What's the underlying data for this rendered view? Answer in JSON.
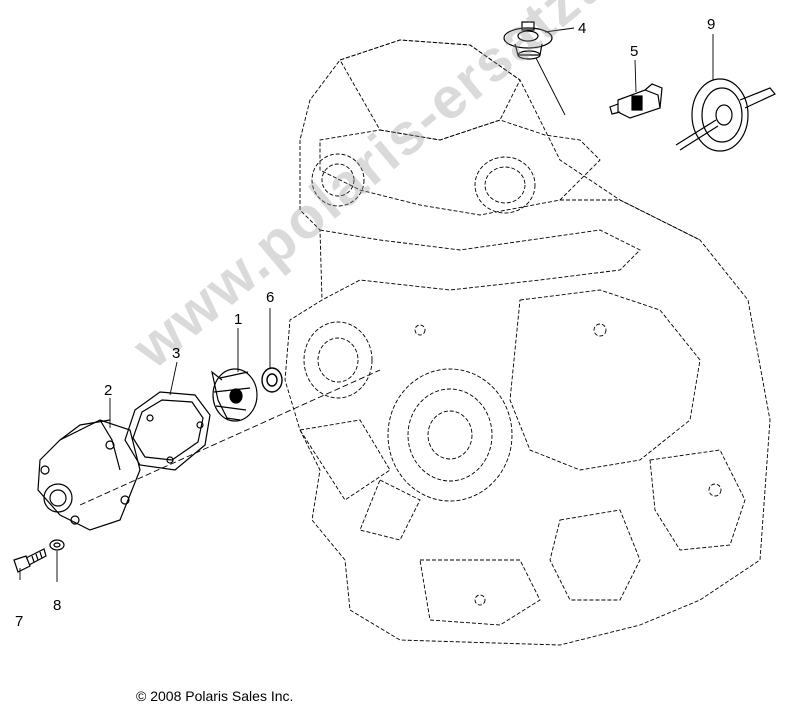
{
  "callouts": [
    {
      "id": "1",
      "label": "1"
    },
    {
      "id": "2",
      "label": "2"
    },
    {
      "id": "3",
      "label": "3"
    },
    {
      "id": "4",
      "label": "4"
    },
    {
      "id": "5",
      "label": "5"
    },
    {
      "id": "6",
      "label": "6"
    },
    {
      "id": "7",
      "label": "7"
    },
    {
      "id": "8",
      "label": "8"
    },
    {
      "id": "9",
      "label": "9"
    }
  ],
  "copyright": "© 2008 Polaris Sales Inc.",
  "watermark": "www.polaris-ersatzteile.de",
  "colors": {
    "line": "#000000",
    "watermark": "#969696",
    "background": "#ffffff"
  }
}
